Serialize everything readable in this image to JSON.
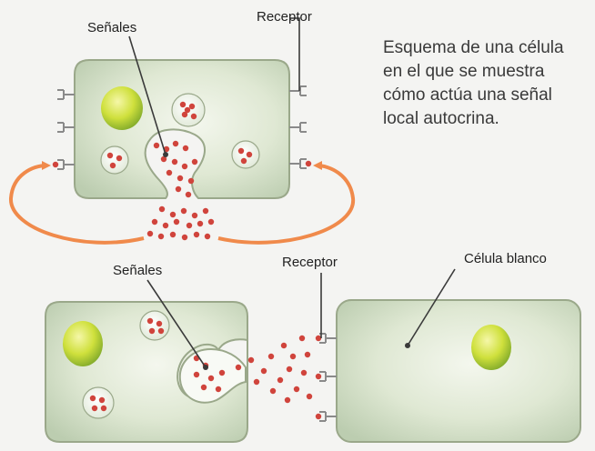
{
  "caption": {
    "lines": [
      "Esquema de una célula",
      "en el que se muestra",
      "cómo actúa una señal",
      "local autocrina."
    ]
  },
  "top_diagram": {
    "signals_label": "Señales",
    "receptor_label": "Receptor"
  },
  "bottom_diagram": {
    "signals_label": "Señales",
    "receptor_label": "Receptor",
    "target_cell_label": "Célula blanco"
  },
  "colors": {
    "cell_fill": "#d4dfc4",
    "cell_border": "#9aa88a",
    "nucleus": "#c8dd3a",
    "signal_dot": "#d0443c",
    "arrow": "#f08a4b"
  }
}
